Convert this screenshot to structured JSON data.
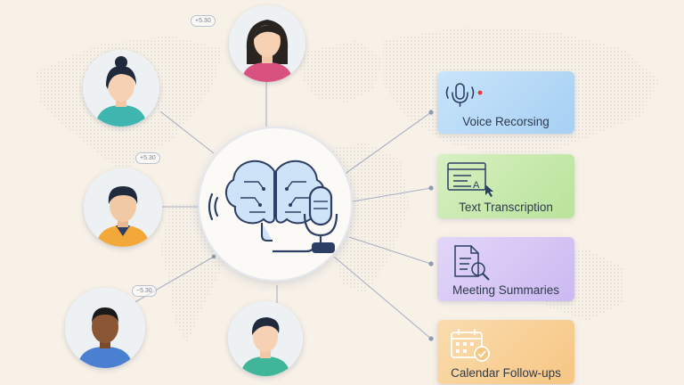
{
  "features": [
    {
      "label": "Voice Recorsing",
      "icon": "microphone-icon"
    },
    {
      "label": "Text Transcription",
      "icon": "document-text-icon"
    },
    {
      "label": "Meeting Summaries",
      "icon": "document-search-icon"
    },
    {
      "label": "Calendar Follow-ups",
      "icon": "calendar-check-icon"
    }
  ],
  "badges": [
    "+5.30",
    "+5.30",
    "~5.30"
  ],
  "colors": {
    "background": "#f7f1e8",
    "voice_card": "#a9d3f5",
    "transcription_card": "#c2e7a6",
    "summaries_card": "#d2c2f3",
    "calendar_card": "#f8cf91",
    "accent_navy": "#2c3e63",
    "record_dot": "#e53935"
  },
  "center_hub": {
    "icons": [
      "brain-icon",
      "microphone-icon",
      "sound-waves-icon"
    ]
  }
}
